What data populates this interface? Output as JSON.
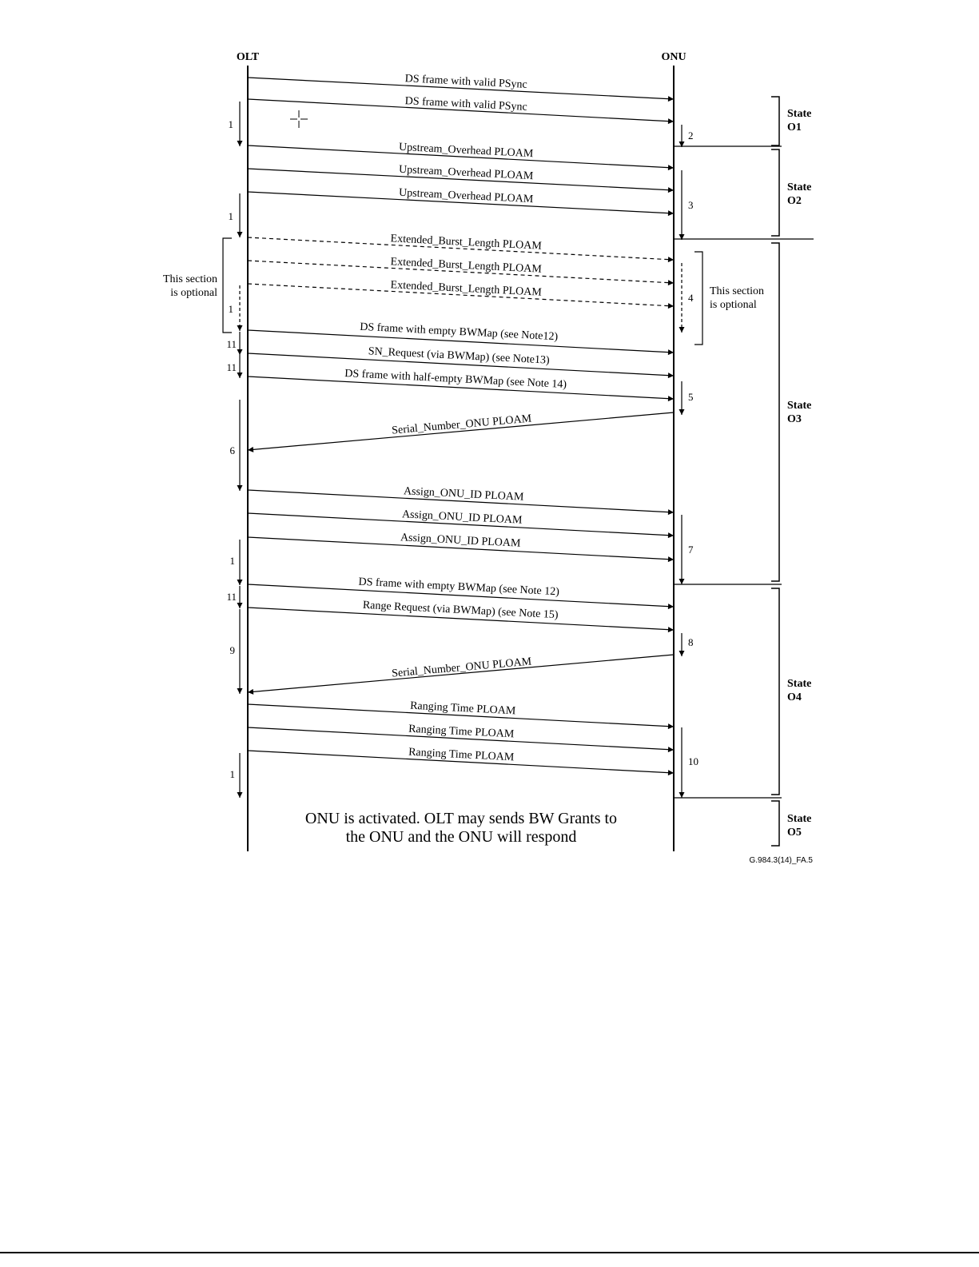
{
  "participants": {
    "left": "OLT",
    "right": "ONU"
  },
  "messages": [
    "DS frame with valid PSync",
    "DS frame with valid PSync",
    "Upstream_Overhead PLOAM",
    "Upstream_Overhead PLOAM",
    "Upstream_Overhead PLOAM",
    "Extended_Burst_Length PLOAM",
    "Extended_Burst_Length PLOAM",
    "Extended_Burst_Length PLOAM",
    "DS frame with empty BWMap (see Note12)",
    "SN_Request (via BWMap) (see Note13)",
    "DS frame with half-empty BWMap (see Note 14)",
    "Serial_Number_ONU PLOAM",
    "Assign_ONU_ID PLOAM",
    "Assign_ONU_ID PLOAM",
    "Assign_ONU_ID PLOAM",
    "DS frame with empty BWMap (see Note 12)",
    "Range Request (via BWMap) (see Note 15)",
    "Serial_Number_ONU PLOAM",
    "Ranging Time PLOAM",
    "Ranging Time PLOAM",
    "Ranging Time PLOAM"
  ],
  "timers_left": [
    "1",
    "1",
    "1",
    "11",
    "11",
    "6",
    "1",
    "11",
    "9",
    "1"
  ],
  "timers_right": [
    "2",
    "3",
    "4",
    "5",
    "7",
    "8",
    "10"
  ],
  "optional_note": {
    "line1": "This section",
    "line2": "is optional"
  },
  "states": [
    {
      "line1": "State",
      "line2": "O1"
    },
    {
      "line1": "State",
      "line2": "O2"
    },
    {
      "line1": "State",
      "line2": "O3"
    },
    {
      "line1": "State",
      "line2": "O4"
    },
    {
      "line1": "State",
      "line2": "O5"
    }
  ],
  "final_text": {
    "line1": "ONU is activated. OLT may sends BW Grants to",
    "line2": "the ONU and the ONU will respond"
  },
  "figure_id": "G.984.3(14)_FA.5",
  "footer_links": [
    "",
    ""
  ]
}
